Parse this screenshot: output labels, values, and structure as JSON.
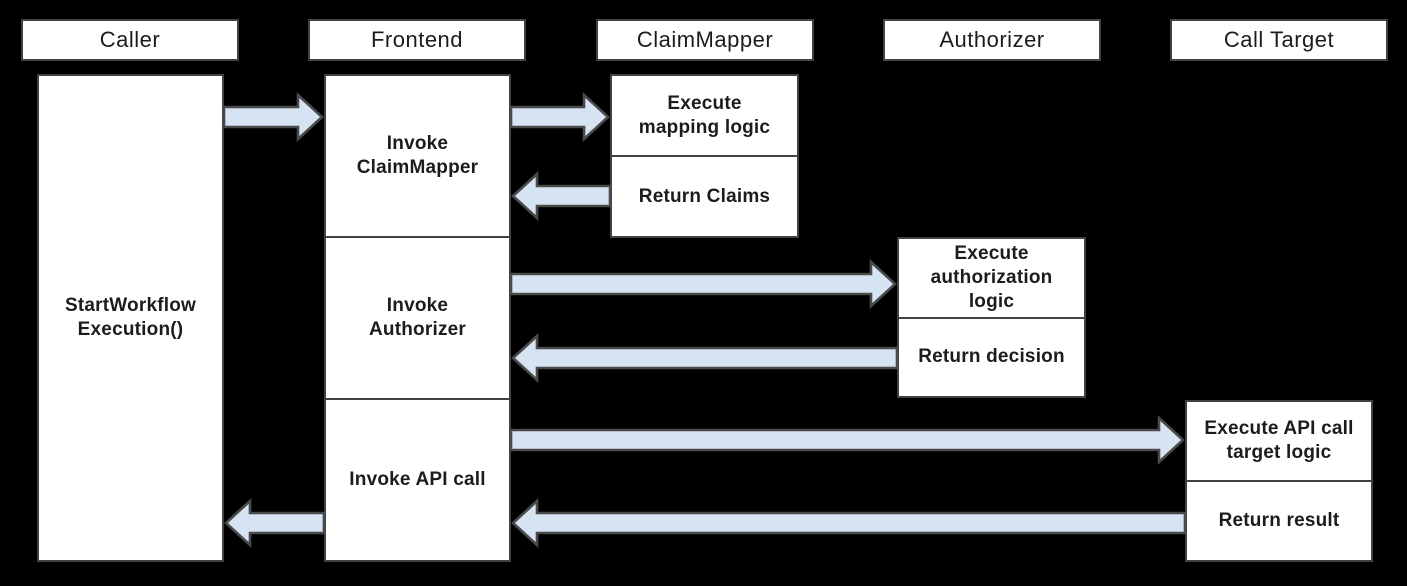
{
  "colors": {
    "background": "#000000",
    "box_fill": "#ffffff",
    "box_border": "#424242",
    "arrow_fill": "#d5e3f3",
    "arrow_border": "#4a4a4a",
    "text": "#1c1c1c"
  },
  "lanes": [
    {
      "id": "caller",
      "label": "Caller"
    },
    {
      "id": "frontend",
      "label": "Frontend"
    },
    {
      "id": "claimmapper",
      "label": "ClaimMapper"
    },
    {
      "id": "authorizer",
      "label": "Authorizer"
    },
    {
      "id": "call-target",
      "label": "Call Target"
    }
  ],
  "activations": {
    "caller": {
      "lines": [
        "StartWorkflow",
        "Execution()"
      ]
    },
    "frontend": [
      {
        "id": "invoke-claimmapper",
        "lines": [
          "Invoke",
          "ClaimMapper"
        ]
      },
      {
        "id": "invoke-authorizer",
        "lines": [
          "Invoke",
          "Authorizer"
        ]
      },
      {
        "id": "invoke-api-call",
        "lines": [
          "Invoke API call"
        ]
      }
    ],
    "claimmapper": [
      {
        "id": "execute-mapping-logic",
        "lines": [
          "Execute",
          "mapping logic"
        ]
      },
      {
        "id": "return-claims",
        "lines": [
          "Return Claims"
        ]
      }
    ],
    "authorizer": [
      {
        "id": "execute-authorization-logic",
        "lines": [
          "Execute",
          "authorization",
          "logic"
        ]
      },
      {
        "id": "return-decision",
        "lines": [
          "Return decision"
        ]
      }
    ],
    "call_target": [
      {
        "id": "execute-api-call-target-logic",
        "lines": [
          "Execute API call",
          "target logic"
        ]
      },
      {
        "id": "return-result",
        "lines": [
          "Return result"
        ]
      }
    ]
  },
  "arrows": [
    {
      "from": "caller",
      "to": "frontend"
    },
    {
      "from": "frontend",
      "to": "claimmapper"
    },
    {
      "from": "claimmapper",
      "to": "frontend"
    },
    {
      "from": "frontend",
      "to": "authorizer"
    },
    {
      "from": "authorizer",
      "to": "frontend"
    },
    {
      "from": "frontend",
      "to": "call-target"
    },
    {
      "from": "call-target",
      "to": "frontend"
    },
    {
      "from": "frontend",
      "to": "caller"
    }
  ]
}
